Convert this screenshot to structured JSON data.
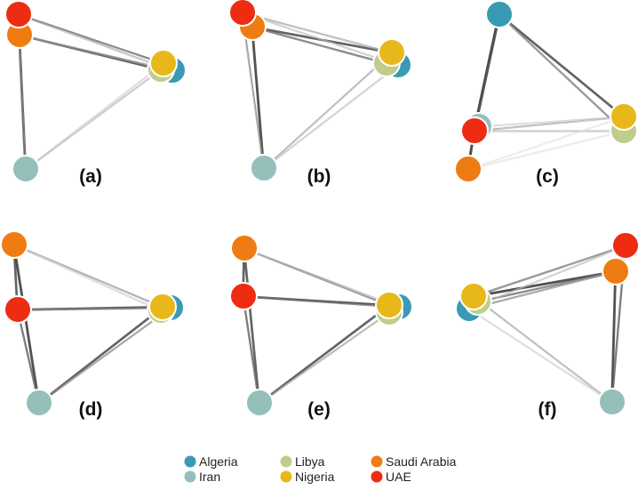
{
  "legend": [
    {
      "name": "Algeria",
      "color": "#3a9ab4"
    },
    {
      "name": "Iran",
      "color": "#94bfbb"
    },
    {
      "name": "Libya",
      "color": "#bfcd8c"
    },
    {
      "name": "Nigeria",
      "color": "#e8b81a"
    },
    {
      "name": "Saudi Arabia",
      "color": "#ee7c12"
    },
    {
      "name": "UAE",
      "color": "#ee2c12"
    }
  ],
  "panels": [
    {
      "label": "(a)"
    },
    {
      "label": "(b)"
    },
    {
      "label": "(c)"
    },
    {
      "label": "(d)"
    },
    {
      "label": "(e)"
    },
    {
      "label": "(f)"
    }
  ]
}
